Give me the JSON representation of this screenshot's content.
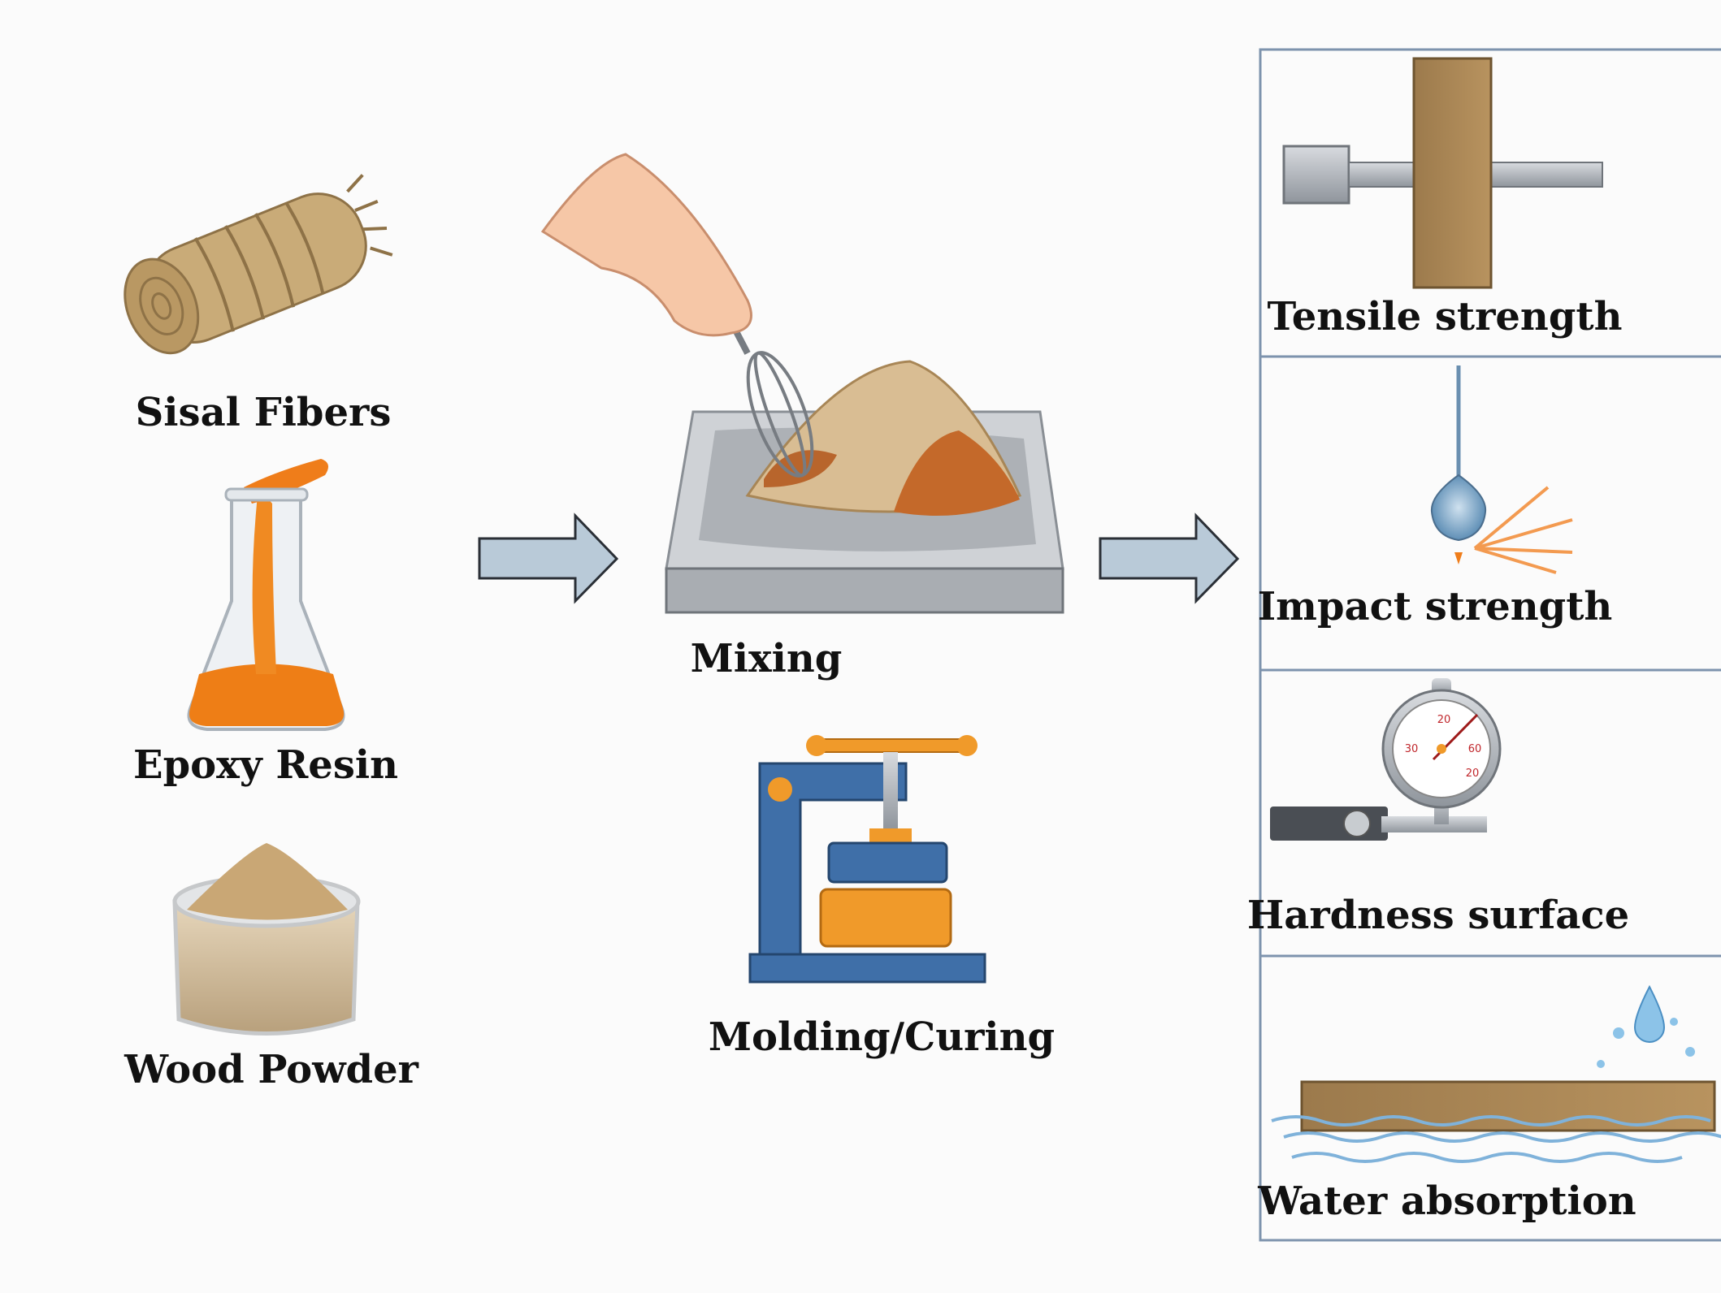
{
  "inputs": [
    {
      "label": "Sisal Fibers",
      "icon": "sisal-fiber-bundle-icon"
    },
    {
      "label": "Epoxy Resin",
      "icon": "epoxy-flask-icon"
    },
    {
      "label": "Wood Powder",
      "icon": "wood-powder-bowl-icon"
    }
  ],
  "process": [
    {
      "label": "Mixing",
      "icon": "mixing-tray-whisk-icon"
    },
    {
      "label": "Molding/Curing",
      "icon": "press-icon"
    }
  ],
  "tests": [
    {
      "label": "Tensile strength",
      "icon": "tensile-test-icon"
    },
    {
      "label": "Impact strength",
      "icon": "impact-pendulum-icon"
    },
    {
      "label": "Hardness surface",
      "icon": "hardness-gauge-icon"
    },
    {
      "label": "Water absorption",
      "icon": "water-absorption-icon"
    }
  ],
  "gauge": {
    "ticks": [
      "20",
      "60",
      "30",
      "20"
    ]
  },
  "colors": {
    "arrow_fill": "#b9cad8",
    "arrow_stroke": "#2a2f36",
    "panel_border": "#7d93ad",
    "orange": "#ef7d1a",
    "press_blue": "#3f6fa8",
    "composite": "#a8875a"
  }
}
